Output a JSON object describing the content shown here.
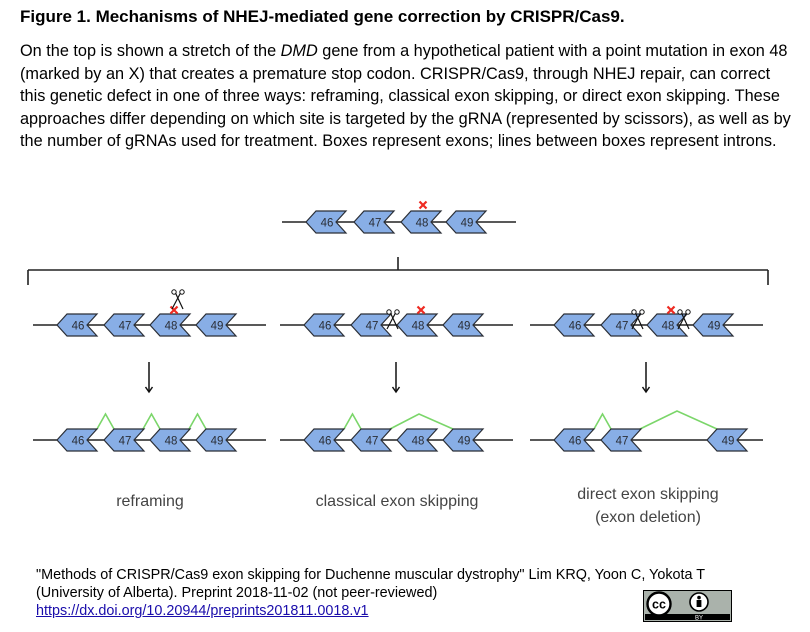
{
  "figure": {
    "title": "Figure 1. Mechanisms of NHEJ-mediated gene correction by CRISPR/Cas9.",
    "caption_part1": "On the top is shown a stretch of the ",
    "caption_gene": "DMD",
    "caption_part2": " gene from a hypothetical patient with a point mutation in exon 48 (marked by an X) that creates a premature stop codon. CRISPR/Cas9, through NHEJ repair, can correct this genetic defect in one of three ways: reframing, classical exon skipping, or direct exon skipping. These approaches differ depending on which site is targeted by the gRNA (represented by scissors), as well as by the number of gRNAs used for treatment. Boxes represent exons; lines between boxes represent introns."
  },
  "diagram": {
    "colors": {
      "exon_fill": "#88aee6",
      "exon_stroke": "#2a2e36",
      "mutation": "#ee2b22",
      "splice": "#7bd66a",
      "line": "#222222"
    },
    "exon_labels": [
      "46",
      "47",
      "48",
      "49"
    ],
    "panels": [
      {
        "label": "reframing",
        "label_line2": ""
      },
      {
        "label": "classical exon skipping",
        "label_line2": ""
      },
      {
        "label": "direct exon skipping",
        "label_line2": "(exon deletion)"
      }
    ]
  },
  "citation": {
    "text": "\"Methods of CRISPR/Cas9 exon skipping for Duchenne muscular dystrophy\" Lim KRQ, Yoon  C, Yokota T (University of Alberta). Preprint 2018-11-02 (not peer-reviewed)",
    "link": "https://dx.doi.org/10.20944/preprints201811.0018.v1"
  },
  "license": {
    "badge_left": "cc",
    "badge_right": "BY"
  }
}
